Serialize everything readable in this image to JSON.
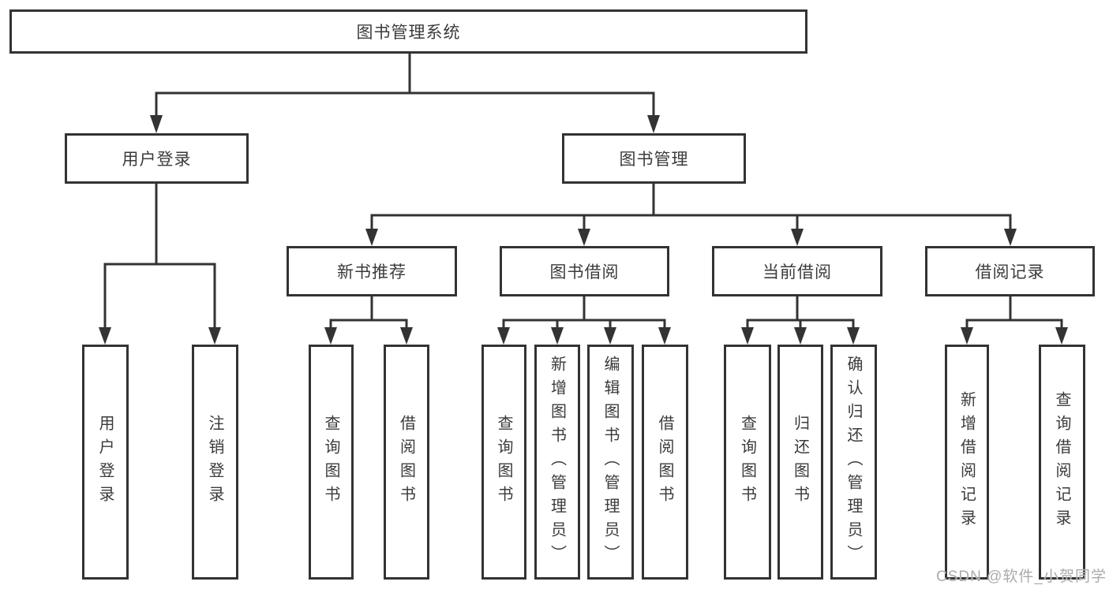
{
  "colors": {
    "line": "#333333",
    "box_border": "#333333",
    "box_fill": "#ffffff",
    "text": "#3b3b3b",
    "watermark": "#ababab",
    "background": "#ffffff"
  },
  "root": {
    "label": "图书管理系统"
  },
  "branches": [
    {
      "label": "用户登录",
      "leaves": [
        {
          "label": "用户登录"
        },
        {
          "label": "注销登录"
        }
      ]
    },
    {
      "label": "图书管理",
      "children": [
        {
          "label": "新书推荐",
          "leaves": [
            {
              "label": "查询图书"
            },
            {
              "label": "借阅图书"
            }
          ]
        },
        {
          "label": "图书借阅",
          "leaves": [
            {
              "label": "查询图书"
            },
            {
              "label": "新增图书（管理员）"
            },
            {
              "label": "编辑图书（管理员）"
            },
            {
              "label": "借阅图书"
            }
          ]
        },
        {
          "label": "当前借阅",
          "leaves": [
            {
              "label": "查询图书"
            },
            {
              "label": "归还图书"
            },
            {
              "label": "确认归还（管理员）"
            }
          ]
        },
        {
          "label": "借阅记录",
          "leaves": [
            {
              "label": "新增借阅记录"
            },
            {
              "label": "查询借阅记录"
            }
          ]
        }
      ]
    }
  ],
  "watermark": {
    "text": "CSDN @软件_小贺同学"
  }
}
